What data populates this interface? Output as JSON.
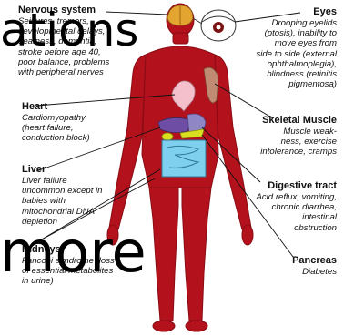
{
  "labels": {
    "nervous": {
      "title": "Nervous system",
      "desc": [
        "Seizures, tremors,",
        "developmental delays,",
        "deafness, dementia,",
        "stroke before age 40,",
        "poor balance, problems",
        "with peripheral nerves"
      ]
    },
    "heart": {
      "title": "Heart",
      "desc": [
        "Cardiomyopathy",
        "(heart failure,",
        "conduction block)"
      ]
    },
    "liver": {
      "title": "Liver",
      "desc": [
        "Liver failure",
        "uncommon except in",
        "babies with",
        "mitochondrial DNA",
        "depletion"
      ]
    },
    "kidneys": {
      "title": "Kidneys",
      "desc": [
        "Fanconi syndrome (loss",
        "of essential metabolites",
        "in urine)"
      ]
    },
    "eyes": {
      "title": "Eyes",
      "desc": [
        "Drooping eyelids",
        "(ptosis), inability to",
        "move eyes from",
        "side to side (external",
        "ophthalmoplegia),",
        "blindness (retinitis",
        "pigmentosa)"
      ]
    },
    "muscle": {
      "title": "Skeletal Muscle",
      "desc": [
        "Muscle weak-",
        "ness, exercise",
        "intolerance, cramps"
      ]
    },
    "digestive": {
      "title": "Digestive tract",
      "desc": [
        "Acid reflux, vomiting,",
        "chronic diarrhea,",
        "intestinal",
        "obstruction"
      ]
    },
    "pancreas": {
      "title": "Pancreas",
      "desc": [
        "Diabetes"
      ]
    }
  },
  "overlay": {
    "top_text": "ations",
    "bottom_text": "more"
  },
  "colors": {
    "body": "#b3121c",
    "body_dark": "#8a0c14",
    "brain": "#e3a52f",
    "heart": "#f3c0cb",
    "stomach": "#8f86c6",
    "intestine": "#7fd0ee",
    "liver": "#6d4ea4",
    "gallbladder": "#d9e01f",
    "muscle": "#c08a73"
  }
}
